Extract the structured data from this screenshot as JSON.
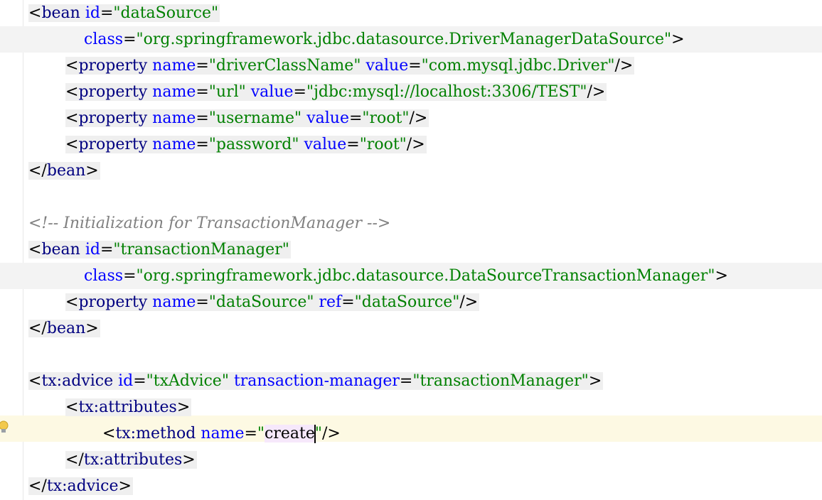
{
  "editor": {
    "language": "xml",
    "lines": [
      {
        "indent": 40,
        "hl": "seg",
        "tokens": [
          [
            "br",
            "<"
          ],
          [
            "tag",
            "bean "
          ],
          [
            "attr",
            "id"
          ],
          [
            "br",
            "="
          ],
          [
            "val",
            "\"dataSource\""
          ]
        ]
      },
      {
        "indent": 118,
        "hl": "full",
        "tokens": [
          [
            "attr",
            "class"
          ],
          [
            "br",
            "="
          ],
          [
            "val",
            "\"org.springframework.jdbc.datasource.DriverManagerDataSource\""
          ],
          [
            "br",
            ">"
          ]
        ]
      },
      {
        "indent": 92,
        "hl": "seg",
        "tokens": [
          [
            "br",
            "<"
          ],
          [
            "tag",
            "property "
          ],
          [
            "attr",
            "name"
          ],
          [
            "br",
            "="
          ],
          [
            "val",
            "\"driverClassName\" "
          ],
          [
            "attr",
            "value"
          ],
          [
            "br",
            "="
          ],
          [
            "val",
            "\"com.mysql.jdbc.Driver\""
          ],
          [
            "br",
            "/>"
          ]
        ]
      },
      {
        "indent": 92,
        "hl": "seg",
        "tokens": [
          [
            "br",
            "<"
          ],
          [
            "tag",
            "property "
          ],
          [
            "attr",
            "name"
          ],
          [
            "br",
            "="
          ],
          [
            "val",
            "\"url\" "
          ],
          [
            "attr",
            "value"
          ],
          [
            "br",
            "="
          ],
          [
            "val",
            "\"jdbc:mysql://localhost:3306/TEST\""
          ],
          [
            "br",
            "/>"
          ]
        ]
      },
      {
        "indent": 92,
        "hl": "seg",
        "tokens": [
          [
            "br",
            "<"
          ],
          [
            "tag",
            "property "
          ],
          [
            "attr",
            "name"
          ],
          [
            "br",
            "="
          ],
          [
            "val",
            "\"username\" "
          ],
          [
            "attr",
            "value"
          ],
          [
            "br",
            "="
          ],
          [
            "val",
            "\"root\""
          ],
          [
            "br",
            "/>"
          ]
        ]
      },
      {
        "indent": 92,
        "hl": "seg",
        "tokens": [
          [
            "br",
            "<"
          ],
          [
            "tag",
            "property "
          ],
          [
            "attr",
            "name"
          ],
          [
            "br",
            "="
          ],
          [
            "val",
            "\"password\" "
          ],
          [
            "attr",
            "value"
          ],
          [
            "br",
            "="
          ],
          [
            "val",
            "\"root\""
          ],
          [
            "br",
            "/>"
          ]
        ]
      },
      {
        "indent": 40,
        "hl": "seg",
        "tokens": [
          [
            "br",
            "</"
          ],
          [
            "tag",
            "bean"
          ],
          [
            "br",
            ">"
          ]
        ]
      },
      {
        "indent": 40,
        "hl": "none",
        "tokens": []
      },
      {
        "indent": 40,
        "hl": "none",
        "tokens": [
          [
            "cmt",
            "<!-- Initialization for TransactionManager -->"
          ]
        ]
      },
      {
        "indent": 40,
        "hl": "seg",
        "tokens": [
          [
            "br",
            "<"
          ],
          [
            "tag",
            "bean "
          ],
          [
            "attr",
            "id"
          ],
          [
            "br",
            "="
          ],
          [
            "val",
            "\"transactionManager\""
          ]
        ]
      },
      {
        "indent": 118,
        "hl": "full",
        "tokens": [
          [
            "attr",
            "class"
          ],
          [
            "br",
            "="
          ],
          [
            "val",
            "\"org.springframework.jdbc.datasource.DataSourceTransactionManager\""
          ],
          [
            "br",
            ">"
          ]
        ]
      },
      {
        "indent": 92,
        "hl": "seg",
        "tokens": [
          [
            "br",
            "<"
          ],
          [
            "tag",
            "property "
          ],
          [
            "attr",
            "name"
          ],
          [
            "br",
            "="
          ],
          [
            "val",
            "\"dataSource\" "
          ],
          [
            "attr",
            "ref"
          ],
          [
            "br",
            "="
          ],
          [
            "val",
            "\"dataSource\""
          ],
          [
            "br",
            "/>"
          ]
        ]
      },
      {
        "indent": 40,
        "hl": "seg",
        "tokens": [
          [
            "br",
            "</"
          ],
          [
            "tag",
            "bean"
          ],
          [
            "br",
            ">"
          ]
        ]
      },
      {
        "indent": 40,
        "hl": "none",
        "tokens": []
      },
      {
        "indent": 40,
        "hl": "seg",
        "tokens": [
          [
            "br",
            "<"
          ],
          [
            "tag",
            "tx:advice "
          ],
          [
            "attr",
            "id"
          ],
          [
            "br",
            "="
          ],
          [
            "val",
            "\"txAdvice\" "
          ],
          [
            "attr",
            "transaction-manager"
          ],
          [
            "br",
            "="
          ],
          [
            "val",
            "\"transactionManager\""
          ],
          [
            "br",
            ">"
          ]
        ]
      },
      {
        "indent": 92,
        "hl": "seg",
        "tokens": [
          [
            "br",
            "<"
          ],
          [
            "tag",
            "tx:attributes"
          ],
          [
            "br",
            ">"
          ]
        ]
      },
      {
        "indent": 144,
        "hl": "caret",
        "tokens": [
          [
            "br",
            "<"
          ],
          [
            "tag",
            "tx:method "
          ],
          [
            "attr",
            "name"
          ],
          [
            "br",
            "="
          ],
          [
            "val",
            "\""
          ],
          [
            "sel",
            "create"
          ],
          [
            "caret",
            ""
          ],
          [
            "val",
            "\""
          ],
          [
            "br",
            "/>"
          ]
        ]
      },
      {
        "indent": 92,
        "hl": "seg",
        "tokens": [
          [
            "br",
            "</"
          ],
          [
            "tag",
            "tx:attributes"
          ],
          [
            "br",
            ">"
          ]
        ]
      },
      {
        "indent": 40,
        "hl": "seg",
        "tokens": [
          [
            "br",
            "</"
          ],
          [
            "tag",
            "tx:advice"
          ],
          [
            "br",
            ">"
          ]
        ]
      }
    ],
    "gutter_icon": "lightbulb-icon",
    "colors": {
      "tag": "#000080",
      "attr": "#0000ff",
      "value": "#008000",
      "comment": "#808080",
      "caret_line": "#fdf9e3",
      "selection": "#f6e8fb"
    }
  }
}
